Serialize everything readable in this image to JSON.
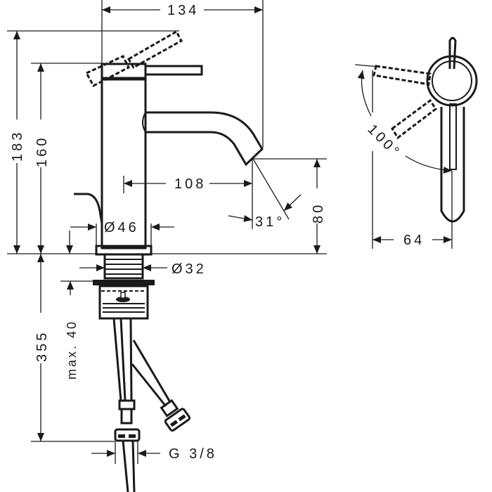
{
  "drawing": {
    "title": "Basin mixer dimension drawing",
    "views": [
      "side-view",
      "top-view"
    ],
    "colors": {
      "line": "#1a1a1a",
      "background": "#ffffff"
    }
  },
  "dimensions": {
    "overall_width": "134",
    "height_lever_raised": "183",
    "height_body": "160",
    "spout_projection": "108",
    "spout_height": "80",
    "spout_angle": "31°",
    "body_diameter": "Ø46",
    "thread_diameter": "Ø32",
    "supply_length": "355",
    "max_thickness": "max. 40",
    "connection_thread": "G 3/8",
    "lever_rotation": "100°",
    "lever_width": "64"
  }
}
